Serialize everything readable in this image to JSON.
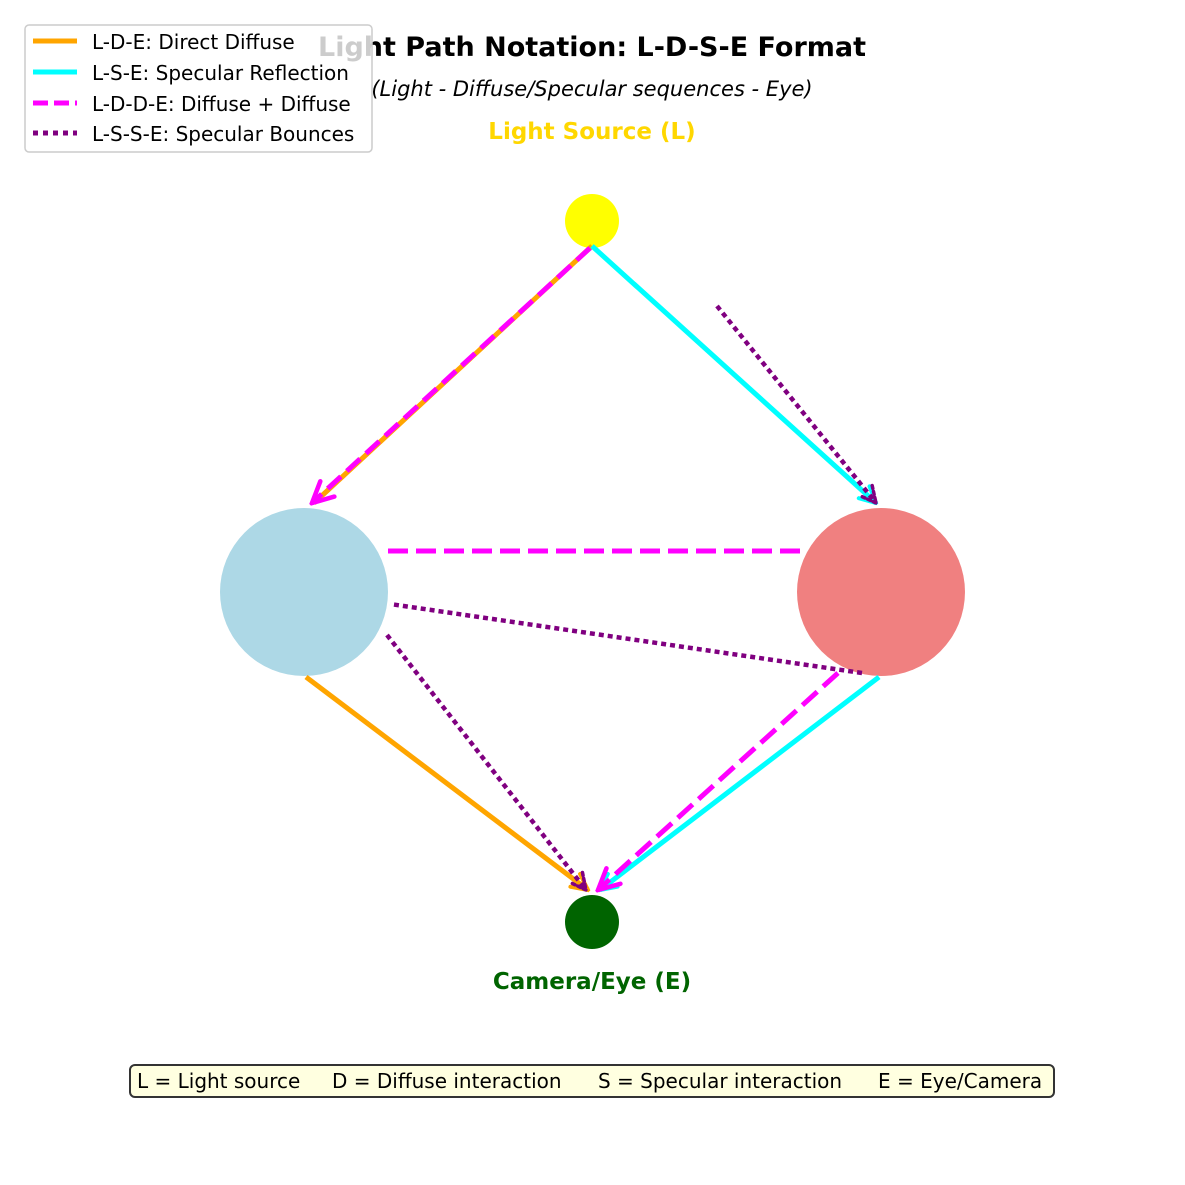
{
  "title": "Light Path Notation: L-D-S-E Format",
  "subtitle": "(Light - Diffuse/Specular sequences - Eye)",
  "nodes": {
    "light": {
      "label": "Light Source (L)",
      "color": "#ffff00",
      "label_color": "#ffd700"
    },
    "diffuse_surface": {
      "color": "#add8e6"
    },
    "specular_surface": {
      "color": "#f08080"
    },
    "camera": {
      "label": "Camera/Eye (E)",
      "color": "#006400",
      "label_color": "#006400"
    }
  },
  "paths": [
    {
      "notation": "L-D-E",
      "label": "L-D-E: Direct Diffuse",
      "color": "#ffa500",
      "style": "solid"
    },
    {
      "notation": "L-S-E",
      "label": "L-S-E: Specular Reflection",
      "color": "#00ffff",
      "style": "solid"
    },
    {
      "notation": "L-D-D-E",
      "label": "L-D-D-E: Diffuse + Diffuse",
      "color": "#ff00ff",
      "style": "dashed"
    },
    {
      "notation": "L-S-S-E",
      "label": "L-S-S-E: Specular Bounces",
      "color": "#800080",
      "style": "dotted"
    }
  ],
  "notation_key": {
    "L": "L = Light source",
    "D": "D = Diffuse interaction",
    "S": "S = Specular interaction",
    "E": "E = Eye/Camera"
  }
}
